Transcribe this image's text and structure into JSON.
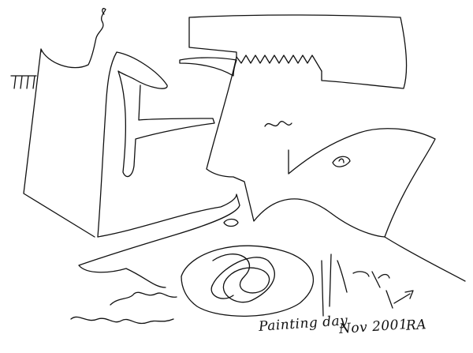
{
  "caption": {
    "title": "Painting day",
    "date": "Nov 2001",
    "initials": "RA"
  },
  "colors": {
    "ink": "#111111",
    "paper": "#ffffff"
  }
}
